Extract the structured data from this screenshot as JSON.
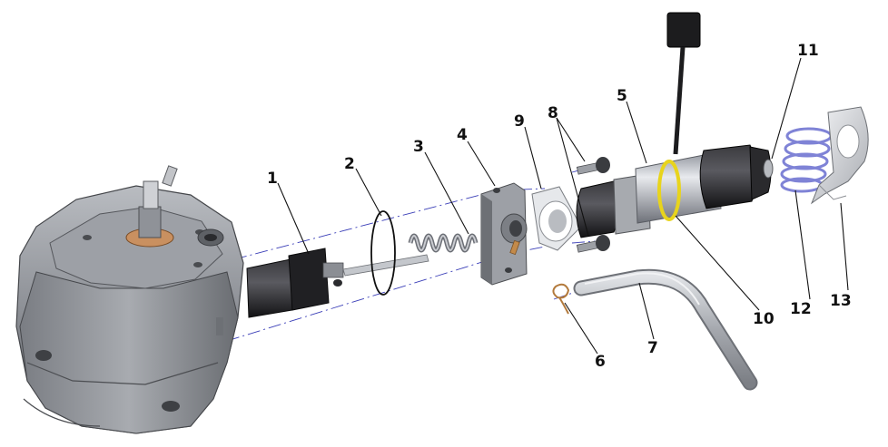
{
  "diagram": {
    "callouts": [
      {
        "id": "1",
        "label": "1"
      },
      {
        "id": "2",
        "label": "2"
      },
      {
        "id": "3",
        "label": "3"
      },
      {
        "id": "4",
        "label": "4"
      },
      {
        "id": "5",
        "label": "5"
      },
      {
        "id": "6",
        "label": "6"
      },
      {
        "id": "7",
        "label": "7"
      },
      {
        "id": "8",
        "label": "8"
      },
      {
        "id": "9",
        "label": "9"
      },
      {
        "id": "10",
        "label": "10"
      },
      {
        "id": "11",
        "label": "11"
      },
      {
        "id": "12",
        "label": "12"
      },
      {
        "id": "13",
        "label": "13"
      }
    ],
    "colors": {
      "metal_dark": "#5e6166",
      "metal_mid": "#9a9da3",
      "metal_light": "#d4d6da",
      "black_part": "#1c1c1e",
      "gasket_yellow": "#e8d41c",
      "spring_blue": "#7f83d6",
      "copper": "#b8763a",
      "axis_blue": "#3b3fb8"
    }
  }
}
